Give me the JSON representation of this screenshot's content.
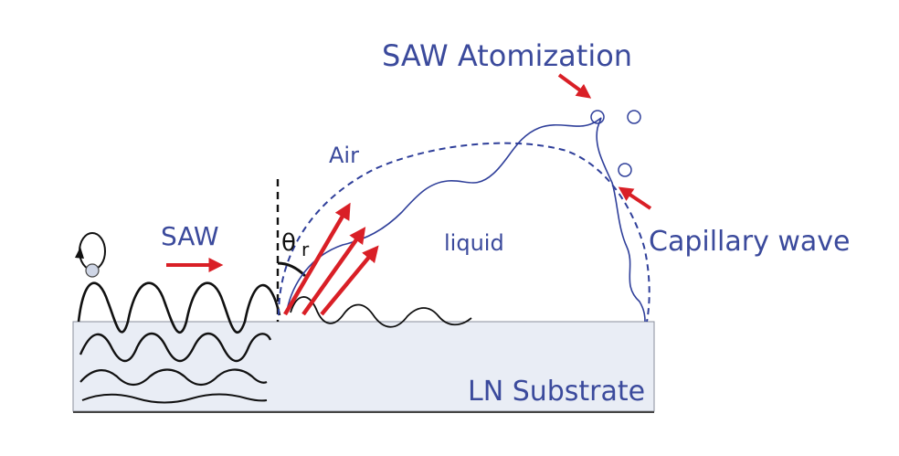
{
  "labels": {
    "title": "SAW Atomization",
    "air": "Air",
    "saw": "SAW",
    "theta": "θ",
    "theta_sub": "r",
    "liquid": "liquid",
    "capillary": "Capillary wave",
    "substrate": "LN Substrate"
  },
  "colors": {
    "text": "#3b4a9c",
    "arrow": "#d91f26",
    "substrate_fill": "#e9edf5",
    "outline": "#2f3f9a",
    "wave": "#111111"
  }
}
